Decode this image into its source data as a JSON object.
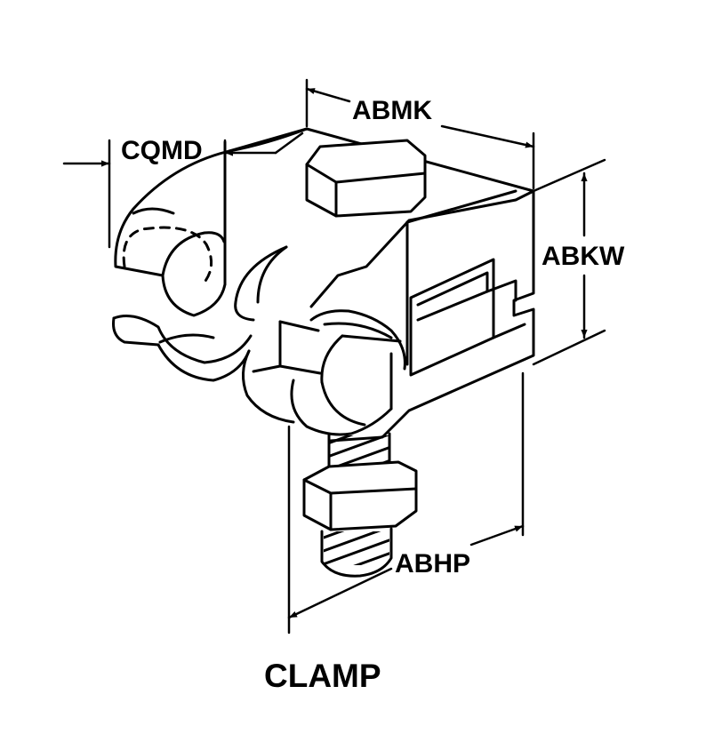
{
  "diagram": {
    "title": "CLAMP",
    "dimensions": {
      "abmk": "ABMK",
      "cqmd": "CQMD",
      "abkw": "ABKW",
      "abhp": "ABHP"
    }
  }
}
